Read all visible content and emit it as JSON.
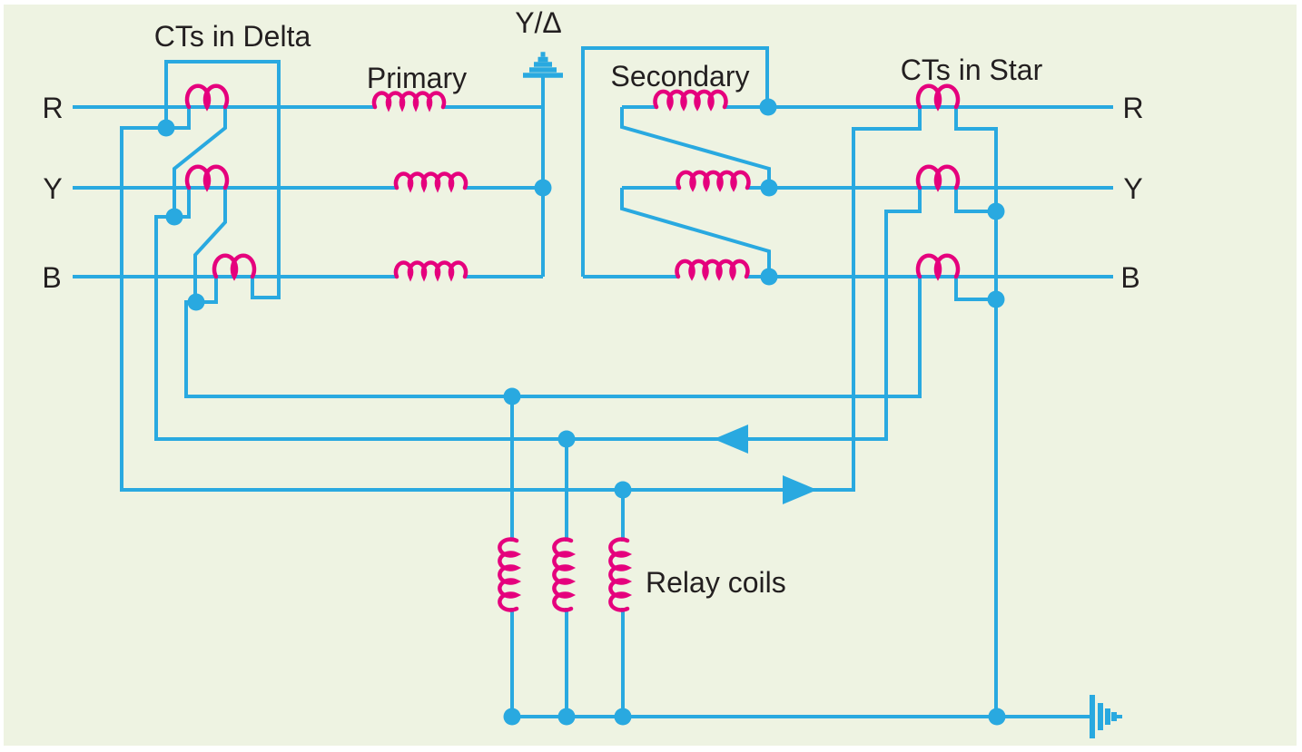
{
  "diagram": {
    "labels": {
      "cts_in_delta": "CTs in Delta",
      "primary": "Primary",
      "transformer_type": "Y/Δ",
      "secondary": "Secondary",
      "cts_in_star": "CTs in Star",
      "relay_coils": "Relay coils"
    },
    "phases": {
      "left": [
        "R",
        "Y",
        "B"
      ],
      "right": [
        "R",
        "Y",
        "B"
      ]
    },
    "colors": {
      "page": "#ffffff",
      "background": "#eef3e2",
      "wire": "#29a9e0",
      "coil": "#e5017d",
      "text": "#231f20"
    }
  }
}
